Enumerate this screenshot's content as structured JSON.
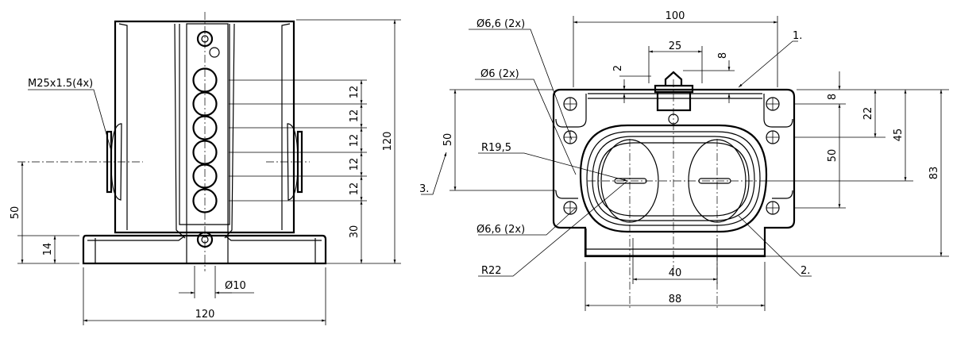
{
  "front_view": {
    "thread_label": "M25x1.5(4x)",
    "pitch_dims": [
      "12",
      "12",
      "12",
      "12",
      "12"
    ],
    "dim_bottom_offset": "30",
    "dim_height": "120",
    "dim_axis_height": "50",
    "dim_base_height": "14",
    "dim_hole_diameter": "Ø10",
    "dim_width": "120"
  },
  "side_view": {
    "hole_66_top": "Ø6,6 (2x)",
    "hole_6": "Ø6 (2x)",
    "radius_inner": "R19,5",
    "hole_66_bottom": "Ø6,6 (2x)",
    "radius_outer": "R22",
    "dim_width_top": "100",
    "dim_actuator": "25",
    "dim_2": "2",
    "dim_8_top": "8",
    "dim_8_right": "8",
    "dim_22": "22",
    "dim_45": "45",
    "dim_50_right": "50",
    "dim_83": "83",
    "dim_50_left": "50",
    "dim_40": "40",
    "dim_88": "88",
    "callout_1": "1.",
    "callout_2": "2.",
    "callout_3": "3."
  }
}
